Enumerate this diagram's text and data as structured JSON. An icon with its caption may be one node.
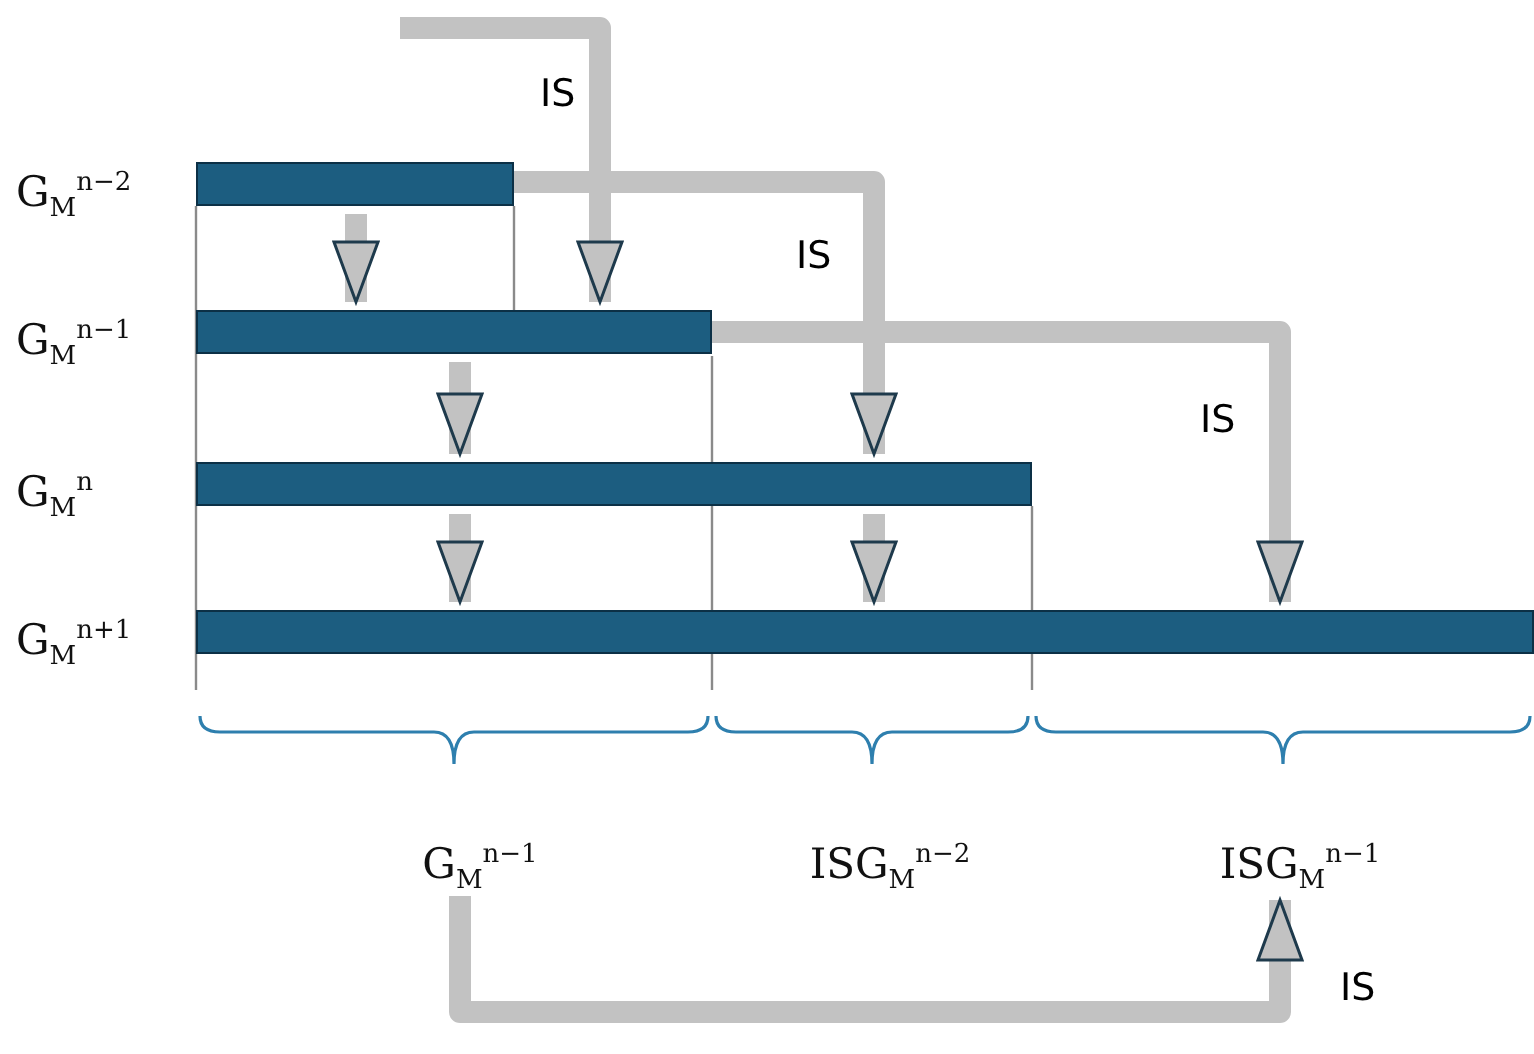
{
  "diagram": {
    "nodes": [
      {
        "text": [
          "G$_{M}$$^{n−2}$"
        ]
      },
      {
        "text": [
          "G$_{M}$$^{n−1}$"
        ]
      },
      {
        "text": [
          "G$_{M}$$^{n}$"
        ]
      },
      {
        "text": [
          "G$_{M}$$^{n+1}$"
        ]
      },
      {
        "text": [
          "G$_{M}$$^{n−1}$"
        ]
      },
      {
        "text": [
          "ISG$_{M}$$^{n−2}$"
        ]
      },
      {
        "text": [
          "ISG$_{M}$$^{n−1}$"
        ]
      }
    ],
    "edges": [
      {
        "from": null,
        "to": 1,
        "arrow": "to",
        "label": "IS"
      },
      {
        "from": 0,
        "to": 2,
        "arrow": "to",
        "label": "IS"
      },
      {
        "from": 1,
        "to": 3,
        "arrow": "to",
        "label": "IS"
      },
      {
        "from": 0,
        "to": 1,
        "arrow": "to"
      },
      {
        "from": 1,
        "to": 2,
        "arrow": "to"
      },
      {
        "from": 2,
        "to": 3,
        "arrow": "to"
      },
      {
        "from": 2,
        "to": 3,
        "arrow": "to"
      },
      {
        "from": 4,
        "to": 6,
        "arrow": "to",
        "label": "IS"
      }
    ]
  }
}
